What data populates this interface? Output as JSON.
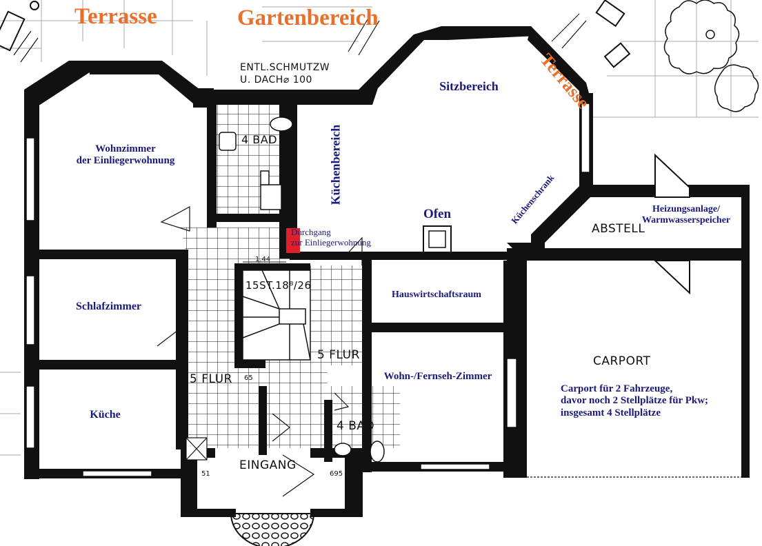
{
  "colors": {
    "wall": "#111111",
    "label_blue": "#1a1a7a",
    "label_orange": "#e8702a",
    "passage_red": "#e0202a"
  },
  "outdoor": {
    "terrasse_left": "Terrasse",
    "gartenbereich": "Gartenbereich",
    "terrasse_right": "Terrasse"
  },
  "rooms": {
    "wohnzimmer": "Wohnzimmer\nder Einliegerwohnung",
    "sitzbereich": "Sitzbereich",
    "kuechenbereich": "Küchenbereich",
    "ofen": "Ofen",
    "kuechenschrank": "Küchenschrank",
    "heizung": "Heizungsanlage/\nWarmwasserspeicher",
    "durchgang": "Durchgang\nzur Einliegerwohnung",
    "schlafzimmer": "Schlafzimmer",
    "hauswirtschaftsraum": "Hauswirtschaftsraum",
    "wohn_fernseh": "Wohn-/Fernseh-Zimmer",
    "kueche": "Küche",
    "carport_info": "Carport für 2 Fahrzeuge,\ndavor noch 2 Stellplätze für Pkw;\ninsgesamt 4 Stellplätze"
  },
  "plan_text": {
    "entl_1": "ENTL.SCHMUTZW",
    "entl_2": "U. DACH⌀ 100",
    "bad_top": "4 BAD",
    "abstell": "ABSTELL",
    "carport": "CARPORT",
    "stair": "15ST.18⁸/26",
    "flur_left": "5 FLUR",
    "flur_right": "5 FLUR",
    "bad_bottom": "4 BAD",
    "eingang": "EINGANG",
    "dim_144": "1.44",
    "dim_65": "65",
    "dim_51": "51",
    "dim_695": "695"
  }
}
